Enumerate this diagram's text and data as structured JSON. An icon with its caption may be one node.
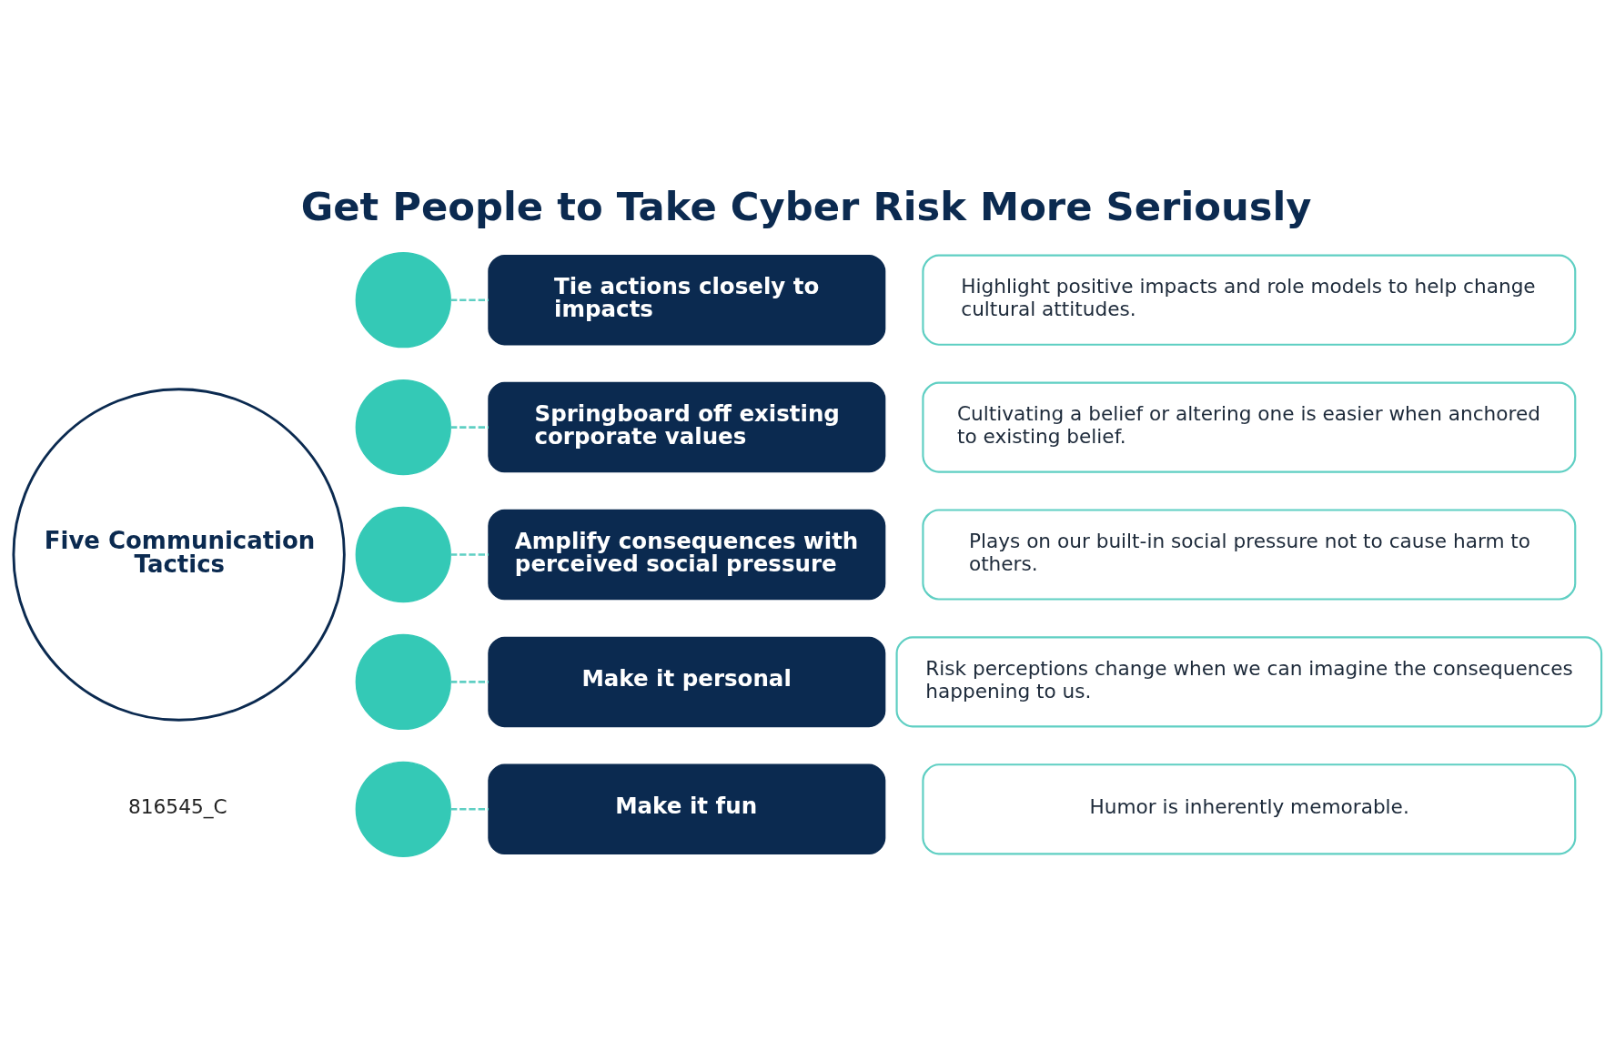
{
  "diagram": {
    "title": "Get People to Take Cyber Risk More Seriously",
    "nodes": [
      {
        "text": [
          "Five Communication Tactics"
        ]
      },
      {
        "text": [],
        "shape": "circle"
      },
      {
        "text": [],
        "shape": "circle"
      },
      {
        "text": [],
        "shape": "circle"
      },
      {
        "text": [],
        "shape": "circle"
      },
      {
        "text": [],
        "shape": "circle"
      },
      {
        "text": [
          "Tie actions closely to impacts"
        ]
      },
      {
        "text": [
          "Highlight positive impacts and role models to help change cultural attitudes."
        ]
      },
      {
        "text": [
          "Springboard off existing corporate values"
        ]
      },
      {
        "text": [
          "Cultivating a belief or altering one is easier when anchored to existing belief."
        ]
      },
      {
        "text": [
          "Amplify consequences with perceived social pressure"
        ]
      },
      {
        "text": [
          "Plays on our built-in social pressure not to cause harm to others."
        ]
      },
      {
        "text": [
          "Make it personal"
        ]
      },
      {
        "text": [
          "Risk perceptions change when we can imagine the consequences happening to us."
        ]
      },
      {
        "text": [
          "Make it fun"
        ]
      },
      {
        "text": [
          "Humor is inherently memorable."
        ]
      }
    ],
    "edges": [
      {
        "from": 1,
        "to": 6,
        "arrow": "none",
        "style": "dashed"
      },
      {
        "from": 2,
        "to": 8,
        "arrow": "none",
        "style": "dashed"
      },
      {
        "from": 3,
        "to": 10,
        "arrow": "none",
        "style": "dashed"
      },
      {
        "from": 4,
        "to": 12,
        "arrow": "none",
        "style": "dashed"
      },
      {
        "from": 5,
        "to": 14,
        "arrow": "none",
        "style": "dashed"
      }
    ],
    "labels": [
      "816545_C"
    ]
  }
}
